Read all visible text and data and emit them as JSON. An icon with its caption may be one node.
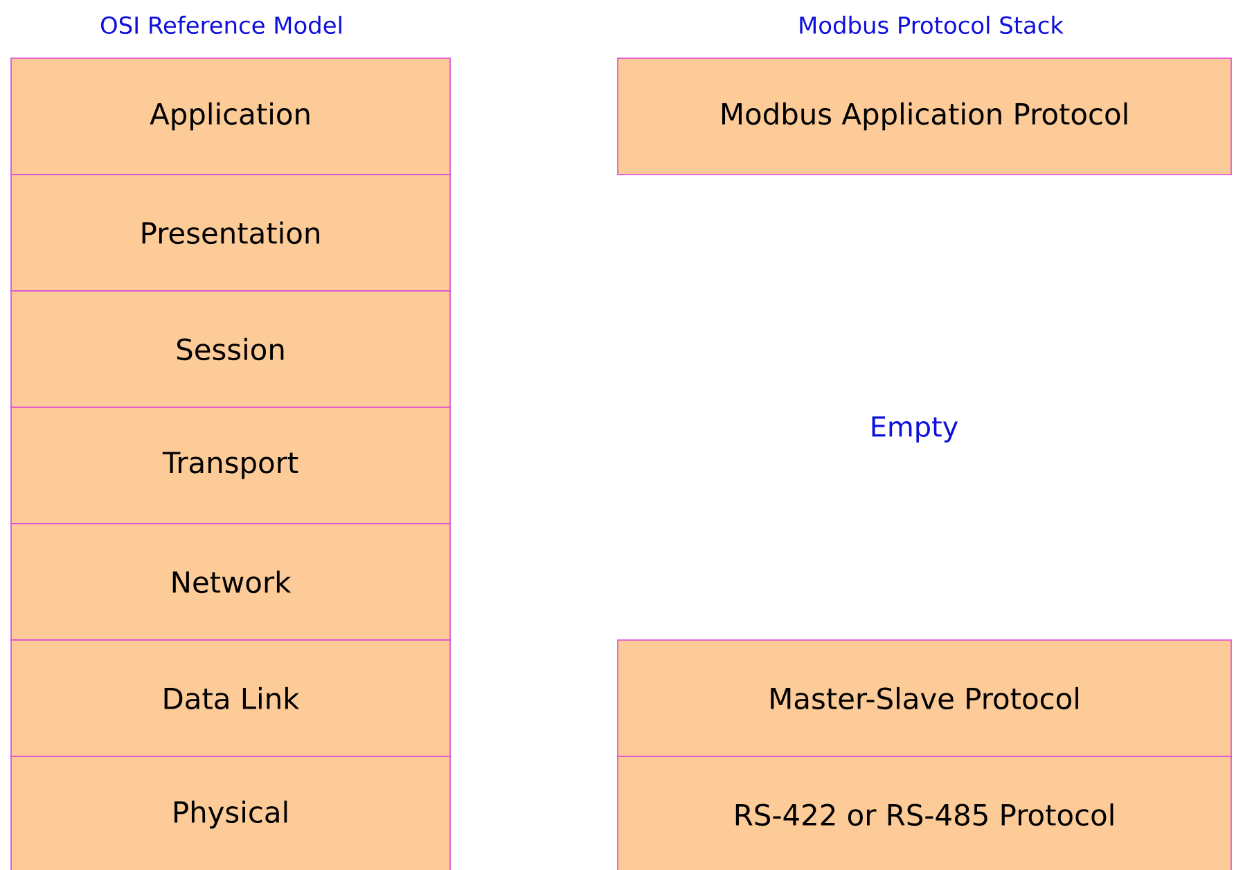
{
  "diagram": {
    "nodes": [
      {
        "text": [
          "Application"
        ]
      },
      {
        "text": [
          "Presentation"
        ]
      },
      {
        "text": [
          "Session"
        ]
      },
      {
        "text": [
          "Transport"
        ]
      },
      {
        "text": [
          "Network"
        ]
      },
      {
        "text": [
          "Data Link"
        ]
      },
      {
        "text": [
          "Physical"
        ]
      },
      {
        "text": [
          "Modbus Application Protocol"
        ]
      },
      {
        "text": [
          "Master-Slave Protocol"
        ]
      },
      {
        "text": [
          "RS-422 or RS-485 Protocol"
        ]
      }
    ],
    "labels": [
      "OSI Reference Model",
      "Modbus Protocol Stack",
      "Empty"
    ]
  }
}
